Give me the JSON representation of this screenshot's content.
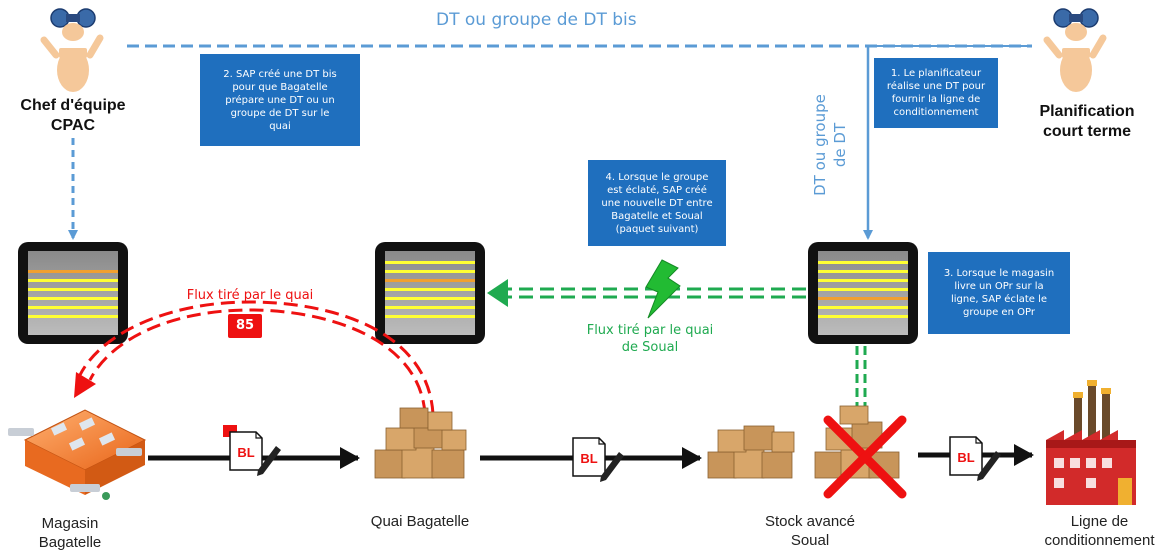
{
  "header": {
    "dt_bis_label": "DT ou groupe de DT bis"
  },
  "vertical_label": {
    "line1": "DT ou groupe",
    "line2": "de DT"
  },
  "actors": {
    "chef": {
      "line1": "Chef d'équipe",
      "line2": "CPAC",
      "icon": "binoculars-person-icon"
    },
    "planif": {
      "line1": "Planification",
      "line2": "court terme",
      "icon": "binoculars-person-icon"
    }
  },
  "steps": {
    "step1": [
      "1. Le planificateur",
      "réalise une DT pour",
      "fournir la ligne de",
      "conditionnement"
    ],
    "step2": [
      "2. SAP créé une DT bis",
      "pour que Bagatelle",
      "prépare une DT ou un",
      "groupe de DT sur le",
      "quai"
    ],
    "step3": [
      "3. Lorsque le magasin",
      "livre un OPr sur la",
      "ligne, SAP éclate le",
      "groupe en OPr"
    ],
    "step4": [
      "4. Lorsque le groupe",
      "est éclaté, SAP créé",
      "une nouvelle DT entre",
      "Bagatelle et Soual",
      "(paquet suivant)"
    ]
  },
  "flows": {
    "red_label": "Flux tiré par le quai",
    "red_counter": "85",
    "green_line1": "Flux tiré par le quai",
    "green_line2": "de Soual"
  },
  "doc_label": "BL",
  "nodes": {
    "magasin": {
      "line1": "Magasin",
      "line2": "Bagatelle"
    },
    "quai": {
      "line1": "Quai Bagatelle"
    },
    "stock": {
      "line1": "Stock avancé",
      "line2": "Soual"
    },
    "ligne": {
      "line1": "Ligne de",
      "line2": "conditionnement"
    }
  },
  "colors": {
    "blue_box": "#1f6fbe",
    "dashed_blue": "#5b9bd5",
    "red_flow": "#ee1111",
    "green_flow": "#1faa50",
    "yellow_bar": "#ffff33",
    "orange_bar": "#f0a030"
  }
}
